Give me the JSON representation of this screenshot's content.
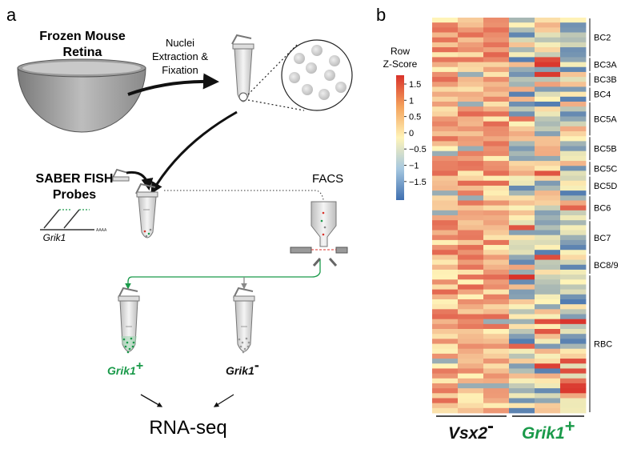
{
  "panel_a": {
    "label": "a",
    "frozen_line1": "Frozen Mouse",
    "frozen_line2": "Retina",
    "nuclei_line1": "Nuclei",
    "nuclei_line2": "Extraction &",
    "nuclei_line3": "Fixation",
    "saber_line1": "SABER FISH",
    "saber_line2": "Probes",
    "probe_gene": "Grik1",
    "probe_tail": "AAAA",
    "facs": "FACS",
    "pos_gene": "Grik1",
    "pos_sign": "+",
    "neg_gene": "Grik1",
    "neg_sign": "-",
    "rnaseq": "RNA-seq",
    "colors": {
      "green": "#1a9a4a",
      "red": "#d9322a",
      "gray": "#888888"
    }
  },
  "panel_b": {
    "label": "b",
    "legend_title1": "Row",
    "legend_title2": "Z-Score",
    "legend_ticks": [
      "1.5",
      "1",
      "0.5",
      "0",
      "−0.5",
      "−1",
      "−1.5"
    ],
    "group_left_gene": "Vsx2",
    "group_left_sign": "-",
    "group_right_gene": "Grik1",
    "group_right_sign": "+",
    "row_groups": [
      "BC2",
      "BC3A",
      "BC3B",
      "BC4",
      "BC5A",
      "BC5B",
      "BC5C",
      "BC5D",
      "BC6",
      "BC7",
      "BC8/9",
      "RBC"
    ]
  },
  "chart_data": {
    "type": "heatmap",
    "columns": 6,
    "column_groups": [
      {
        "label": "Vsx2-",
        "columns": [
          0,
          1,
          2
        ]
      },
      {
        "label": "Grik1+",
        "columns": [
          3,
          4,
          5
        ]
      }
    ],
    "color_scale": {
      "min": -1.5,
      "max": 1.5,
      "low": "#3f6fb0",
      "mid": "#fff4b8",
      "high": "#d9322a"
    },
    "row_groups": [
      {
        "name": "BC2",
        "rows": 8
      },
      {
        "name": "BC3A",
        "rows": 3
      },
      {
        "name": "BC3B",
        "rows": 3
      },
      {
        "name": "BC4",
        "rows": 3
      },
      {
        "name": "BC5A",
        "rows": 7
      },
      {
        "name": "BC5B",
        "rows": 5
      },
      {
        "name": "BC5C",
        "rows": 3
      },
      {
        "name": "BC5D",
        "rows": 4
      },
      {
        "name": "BC6",
        "rows": 5
      },
      {
        "name": "BC7",
        "rows": 7
      },
      {
        "name": "BC8/9",
        "rows": 4
      },
      {
        "name": "RBC",
        "rows": 28
      }
    ]
  }
}
